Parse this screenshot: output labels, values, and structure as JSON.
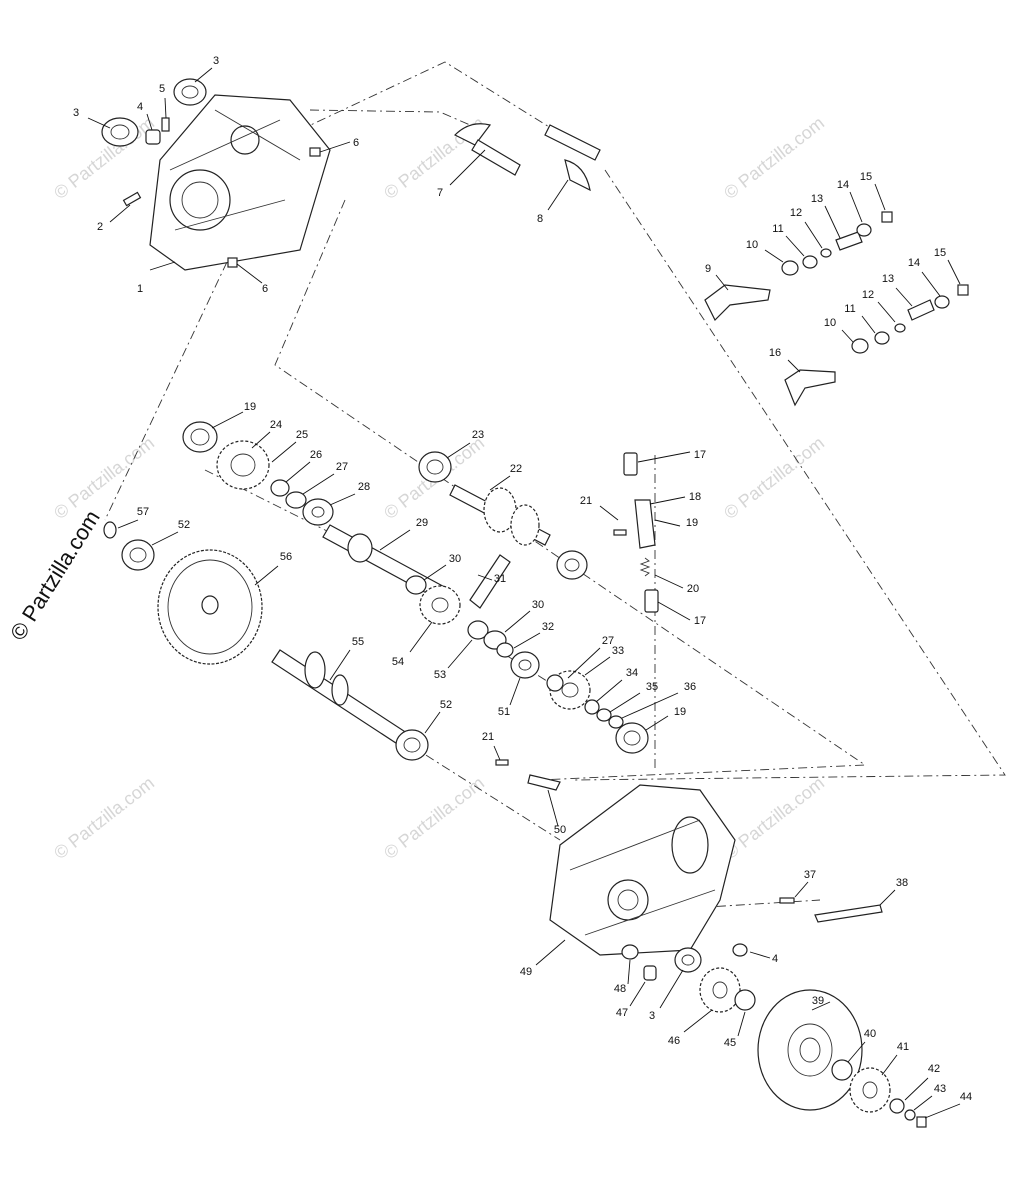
{
  "copyright": "© Partzilla.com",
  "watermark": "© Partzilla.com",
  "callouts": [
    "1",
    "2",
    "3",
    "3",
    "3",
    "4",
    "4",
    "5",
    "6",
    "6",
    "7",
    "8",
    "9",
    "10",
    "10",
    "11",
    "11",
    "12",
    "12",
    "13",
    "13",
    "14",
    "14",
    "15",
    "15",
    "16",
    "17",
    "17",
    "18",
    "19",
    "19",
    "19",
    "20",
    "21",
    "21",
    "22",
    "23",
    "24",
    "25",
    "26",
    "27",
    "27",
    "28",
    "29",
    "30",
    "30",
    "31",
    "32",
    "33",
    "34",
    "35",
    "36",
    "37",
    "38",
    "39",
    "40",
    "41",
    "42",
    "43",
    "44",
    "45",
    "46",
    "47",
    "48",
    "49",
    "50",
    "51",
    "52",
    "52",
    "53",
    "54",
    "55",
    "56",
    "57"
  ]
}
